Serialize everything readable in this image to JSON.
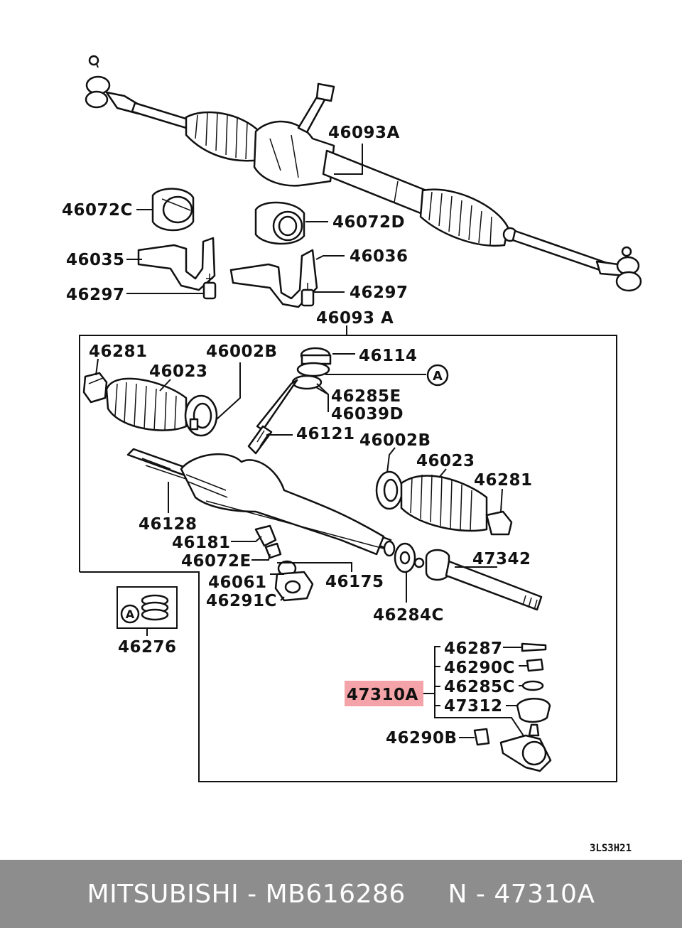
{
  "diagram": {
    "code": "3LS3H21",
    "highlight_color": "#f4a3a8",
    "ref_marker": "A",
    "labels": {
      "p46093A_top": "46093A",
      "p46072C": "46072C",
      "p46072D": "46072D",
      "p46035": "46035",
      "p46036": "46036",
      "p46297_left": "46297",
      "p46297_right": "46297",
      "p46093A_box": "46093 A",
      "p46281_left": "46281",
      "p46023_left": "46023",
      "p46002B_left": "46002B",
      "p46114": "46114",
      "p46285E": "46285E",
      "p46039D": "46039D",
      "p46121": "46121",
      "p46002B_right": "46002B",
      "p46023_right": "46023",
      "p46281_right": "46281",
      "p46128": "46128",
      "p46181": "46181",
      "p46072E": "46072E",
      "p46061": "46061",
      "p46291C": "46291C",
      "p46175": "46175",
      "p47342": "47342",
      "p46284C": "46284C",
      "p46276": "46276",
      "p46287": "46287",
      "p46290C": "46290C",
      "p46285C": "46285C",
      "p47310A": "47310A",
      "p47312": "47312",
      "p46290B": "46290B"
    }
  },
  "footer": {
    "brand": "MITSUBISHI",
    "part_number": "MB616286",
    "n_label": "N",
    "n_value": "47310A",
    "text": "MITSUBISHI - MB616286     N - 47310A",
    "background": "#8d8d8d"
  }
}
